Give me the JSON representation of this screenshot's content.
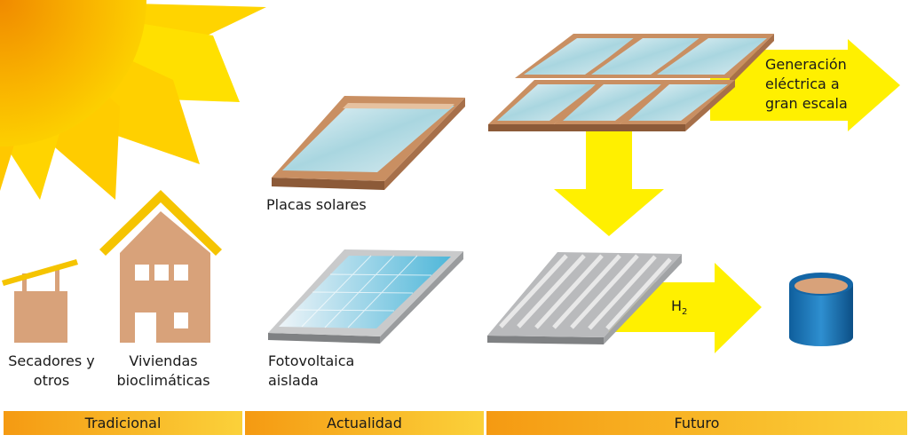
{
  "labels": {
    "secadores_1": "Secadores y",
    "secadores_2": "otros",
    "viviendas_1": "Viviendas",
    "viviendas_2": "bioclimáticas",
    "placas": "Placas solares",
    "foto_1": "Fotovoltaica",
    "foto_2": "aislada",
    "gen_1": "Generación",
    "gen_2": "eléctrica a",
    "gen_3": "gran escala",
    "h2_base": "H",
    "h2_sub": "2"
  },
  "timeline": [
    "Tradicional",
    "Actualidad",
    "Futuro"
  ],
  "colors": {
    "sun": "#ffd400",
    "sun_core": "#f39200",
    "building": "#d8a27a",
    "roof": "#f5c400",
    "arrow": "#fff000",
    "panel_frame": "#c98f62",
    "timeline": "#f7a21b",
    "tank": "#1a73b8"
  }
}
